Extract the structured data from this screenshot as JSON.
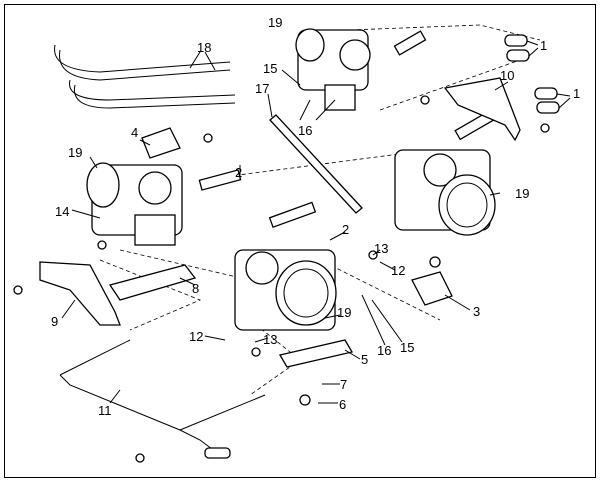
{
  "diagram": {
    "callouts": [
      {
        "id": "c19a",
        "text": "19"
      },
      {
        "id": "c1a",
        "text": "1"
      },
      {
        "id": "c18",
        "text": "18"
      },
      {
        "id": "c10",
        "text": "10"
      },
      {
        "id": "c1b",
        "text": "1"
      },
      {
        "id": "c15a",
        "text": "15"
      },
      {
        "id": "c17",
        "text": "17"
      },
      {
        "id": "c16a",
        "text": "16"
      },
      {
        "id": "c4",
        "text": "4"
      },
      {
        "id": "c19b",
        "text": "19"
      },
      {
        "id": "c2a",
        "text": "2"
      },
      {
        "id": "c19c",
        "text": "19"
      },
      {
        "id": "c14",
        "text": "14"
      },
      {
        "id": "c2b",
        "text": "2"
      },
      {
        "id": "c13a",
        "text": "13"
      },
      {
        "id": "c12a",
        "text": "12"
      },
      {
        "id": "c3",
        "text": "3"
      },
      {
        "id": "c8",
        "text": "8"
      },
      {
        "id": "c9",
        "text": "9"
      },
      {
        "id": "c19d",
        "text": "19"
      },
      {
        "id": "c12b",
        "text": "12"
      },
      {
        "id": "c13b",
        "text": "13"
      },
      {
        "id": "c16b",
        "text": "16"
      },
      {
        "id": "c15b",
        "text": "15"
      },
      {
        "id": "c5",
        "text": "5"
      },
      {
        "id": "c7",
        "text": "7"
      },
      {
        "id": "c6",
        "text": "6"
      },
      {
        "id": "c11",
        "text": "11"
      }
    ]
  }
}
